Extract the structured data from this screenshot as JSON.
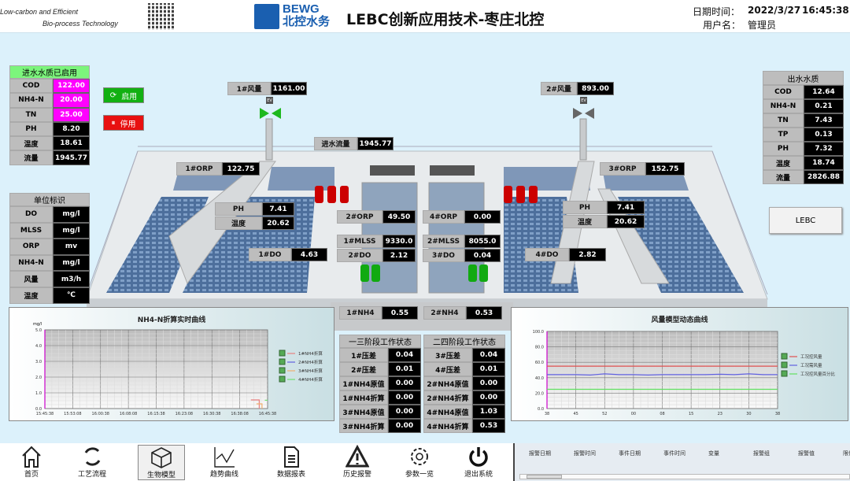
{
  "header": {
    "slogan1": "Low-carbon and Efficient",
    "slogan2": "Bio-process Technology",
    "brand_en": "BEWG",
    "brand_cn": "北控水务",
    "title": "LEBC创新应用技术-枣庄北控",
    "datetime_label": "日期时间：",
    "date": "2022/3/27",
    "time": "16:45:38",
    "user_label": "用户名：",
    "user": "管理员"
  },
  "inflow": {
    "title": "进水水质已启用",
    "title_color": "#7cf57c",
    "rows": [
      {
        "label": "COD",
        "value": "122.00"
      },
      {
        "label": "NH4-N",
        "value": "20.00"
      },
      {
        "label": "TN",
        "value": "25.00"
      },
      {
        "label": "PH",
        "value": "8.20"
      },
      {
        "label": "温度",
        "value": "18.61"
      },
      {
        "label": "流量",
        "value": "1945.77"
      }
    ]
  },
  "controls": {
    "enable": "启用",
    "disable": "停用",
    "enable_color": "#12b012",
    "disable_color": "#e81010"
  },
  "units": {
    "title": "单位标识",
    "rows": [
      {
        "label": "DO",
        "value": "mg/l"
      },
      {
        "label": "MLSS",
        "value": "mg/l"
      },
      {
        "label": "ORP",
        "value": "mv"
      },
      {
        "label": "NH4-N",
        "value": "mg/l"
      },
      {
        "label": "风量",
        "value": "m3/h"
      },
      {
        "label": "温度",
        "value": "℃"
      }
    ]
  },
  "outflow": {
    "title": "出水水质",
    "rows": [
      {
        "label": "COD",
        "value": "12.64"
      },
      {
        "label": "NH4-N",
        "value": "0.21"
      },
      {
        "label": "TN",
        "value": "7.43"
      },
      {
        "label": "TP",
        "value": "0.13"
      },
      {
        "label": "PH",
        "value": "7.32"
      },
      {
        "label": "温度",
        "value": "18.74"
      },
      {
        "label": "流量",
        "value": "2826.88"
      }
    ]
  },
  "lebc_button": "LEBC",
  "plant": {
    "air1": {
      "label": "1#风量",
      "value": "1161.00"
    },
    "air2": {
      "label": "2#风量",
      "value": "893.00"
    },
    "ev": "EV",
    "inflow": {
      "label": "进水流量",
      "value": "1945.77"
    },
    "orp1": {
      "label": "1#ORP",
      "value": "122.75"
    },
    "orp3": {
      "label": "3#ORP",
      "value": "152.75"
    },
    "orp2": {
      "label": "2#ORP",
      "value": "49.50"
    },
    "orp4": {
      "label": "4#ORP",
      "value": "0.00"
    },
    "ph_l": {
      "label": "PH",
      "value": "7.41"
    },
    "temp_l": {
      "label": "温度",
      "value": "20.62"
    },
    "ph_r": {
      "label": "PH",
      "value": "7.41"
    },
    "temp_r": {
      "label": "温度",
      "value": "20.62"
    },
    "mlss1": {
      "label": "1#MLSS",
      "value": "9330.0"
    },
    "do2": {
      "label": "2#DO",
      "value": "2.12"
    },
    "mlss2": {
      "label": "2#MLSS",
      "value": "8055.0"
    },
    "do3": {
      "label": "3#DO",
      "value": "0.04"
    },
    "do1": {
      "label": "1#DO",
      "value": "4.63"
    },
    "do4": {
      "label": "4#DO",
      "value": "2.82"
    },
    "nh4_1": {
      "label": "1#NH4",
      "value": "0.55"
    },
    "nh4_2": {
      "label": "2#NH4",
      "value": "0.53"
    },
    "valve1_color": "#1db81d",
    "valve2_color": "#666666"
  },
  "stage13": {
    "title": "一三阶段工作状态",
    "rows": [
      {
        "label": "1#压差",
        "value": "0.04"
      },
      {
        "label": "2#压差",
        "value": "0.01"
      },
      {
        "label": "1#NH4原值",
        "value": "0.00"
      },
      {
        "label": "1#NH4折算",
        "value": "0.00"
      },
      {
        "label": "3#NH4原值",
        "value": "0.00"
      },
      {
        "label": "3#NH4折算",
        "value": "0.00"
      }
    ]
  },
  "stage24": {
    "title": "二四阶段工作状态",
    "rows": [
      {
        "label": "3#压差",
        "value": "0.04"
      },
      {
        "label": "4#压差",
        "value": "0.01"
      },
      {
        "label": "2#NH4原值",
        "value": "0.00"
      },
      {
        "label": "2#NH4折算",
        "value": "0.00"
      },
      {
        "label": "4#NH4原值",
        "value": "1.03"
      },
      {
        "label": "4#NH4折算",
        "value": "0.53"
      }
    ]
  },
  "chart_data": [
    {
      "type": "line",
      "title": "NH4-N折算实时曲线",
      "ylabel": "mg/l",
      "ylim": [
        0,
        5
      ],
      "yticks": [
        "0.0",
        "1.0",
        "2.0",
        "3.0",
        "4.0",
        "5.0"
      ],
      "xticks": [
        "15:45:38",
        "15:53:08",
        "16:00:38",
        "16:08:08",
        "16:15:38",
        "16:23:08",
        "16:30:38",
        "16:38:08",
        "16:45:38"
      ],
      "grid": true,
      "legend": "right",
      "series": [
        {
          "name": "1#NH4折算",
          "color": "#e88080",
          "values": [
            [
              7.4,
              0.55
            ],
            [
              7.7,
              0.55
            ],
            [
              7.7,
              0
            ]
          ]
        },
        {
          "name": "2#NH4折算",
          "color": "#6060e0",
          "values": []
        },
        {
          "name": "3#NH4折算",
          "color": "#f0b070",
          "values": [
            [
              7.6,
              0.3
            ],
            [
              7.8,
              0.3
            ],
            [
              7.8,
              0
            ]
          ]
        },
        {
          "name": "4#NH4折算",
          "color": "#70e070",
          "values": [
            [
              7.9,
              0.53
            ],
            [
              8,
              0.53
            ]
          ]
        }
      ]
    },
    {
      "type": "line",
      "title": "风量模型动态曲线",
      "ylim": [
        0,
        100
      ],
      "yticks": [
        "0.0",
        "20.0",
        "40.0",
        "60.0",
        "80.0",
        "100.0"
      ],
      "xticks": [
        "38",
        "45",
        "52",
        "00",
        "08",
        "15",
        "23",
        "30",
        "38"
      ],
      "grid": true,
      "legend": "right",
      "series": [
        {
          "name": "工况控风量",
          "color": "#e05050",
          "values": [
            55,
            55,
            55,
            55,
            55,
            55,
            55,
            55,
            55,
            55,
            55,
            55,
            55,
            55,
            55,
            55,
            55
          ]
        },
        {
          "name": "工况需风量",
          "color": "#6060e0",
          "values": [
            44,
            44,
            44,
            43.5,
            45,
            44,
            44,
            43.5,
            44,
            44,
            44,
            44,
            44.5,
            44,
            45,
            44,
            44
          ]
        },
        {
          "name": "工况控风量百分比",
          "color": "#60e060",
          "values": [
            25,
            25,
            25,
            25,
            25,
            25,
            25,
            25,
            25,
            25,
            25,
            25,
            25,
            25,
            25,
            25,
            25
          ]
        }
      ]
    }
  ],
  "nav": [
    {
      "label": "首页",
      "icon": "home-icon"
    },
    {
      "label": "工艺流程",
      "icon": "refresh-icon"
    },
    {
      "label": "生物模型",
      "icon": "cube-icon"
    },
    {
      "label": "趋势曲线",
      "icon": "line-chart-icon"
    },
    {
      "label": "数据报表",
      "icon": "document-icon"
    },
    {
      "label": "历史报警",
      "icon": "warning-icon"
    },
    {
      "label": "参数一览",
      "icon": "gear-icon"
    },
    {
      "label": "退出系统",
      "icon": "power-icon"
    }
  ],
  "alarm": {
    "columns": [
      "报警日期",
      "报警时间",
      "事件日期",
      "事件时间",
      "变量",
      "报警组",
      "报警值",
      "限值"
    ]
  }
}
